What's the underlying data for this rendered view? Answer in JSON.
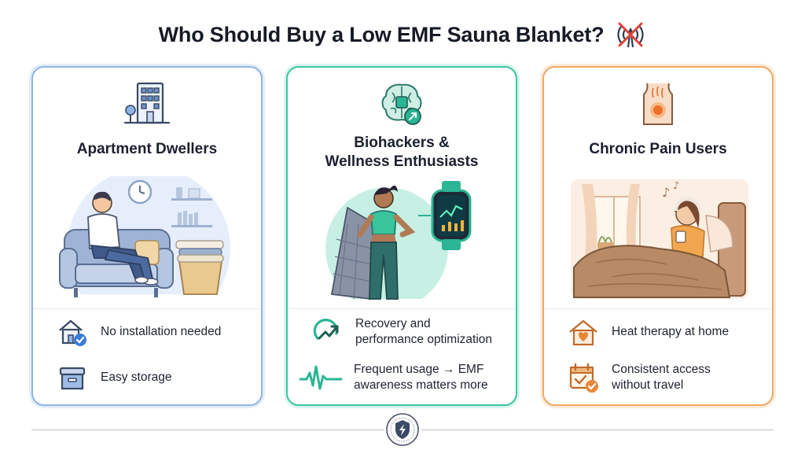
{
  "page": {
    "title": "Who Should Buy a Low EMF Sauna Blanket?",
    "title_icon": "no-emf-signal-icon"
  },
  "colors": {
    "card1_border": "#8fb4e6",
    "card2_border": "#3cc6a4",
    "card3_border": "#efa866",
    "accent_blue": "#3a7bd5",
    "accent_teal": "#2bb594",
    "accent_orange": "#e8873a"
  },
  "cards": [
    {
      "title": "Apartment Dwellers",
      "icon": "apartment-building-icon",
      "features": [
        {
          "icon": "house-check-icon",
          "text": "No installation needed"
        },
        {
          "icon": "storage-box-icon",
          "text": "Easy storage"
        }
      ]
    },
    {
      "title_line1": "Biohackers &",
      "title_line2": "Wellness Enthusiasts",
      "icon": "brain-chip-icon",
      "features": [
        {
          "icon": "recovery-arrow-icon",
          "text_line1": "Recovery and",
          "text_line2": "performance optimization"
        },
        {
          "icon": "heartbeat-wave-icon",
          "text_line1": "Frequent usage → EMF",
          "text_line2": "awareness matters more"
        }
      ]
    },
    {
      "title": "Chronic Pain Users",
      "icon": "back-heat-icon",
      "features": [
        {
          "icon": "home-heart-icon",
          "text": "Heat therapy at home"
        },
        {
          "icon": "calendar-check-icon",
          "text_line1": "Consistent access",
          "text_line2": "without travel"
        }
      ]
    }
  ],
  "footer": {
    "seal_icon": "low-emf-certified-seal-icon"
  }
}
